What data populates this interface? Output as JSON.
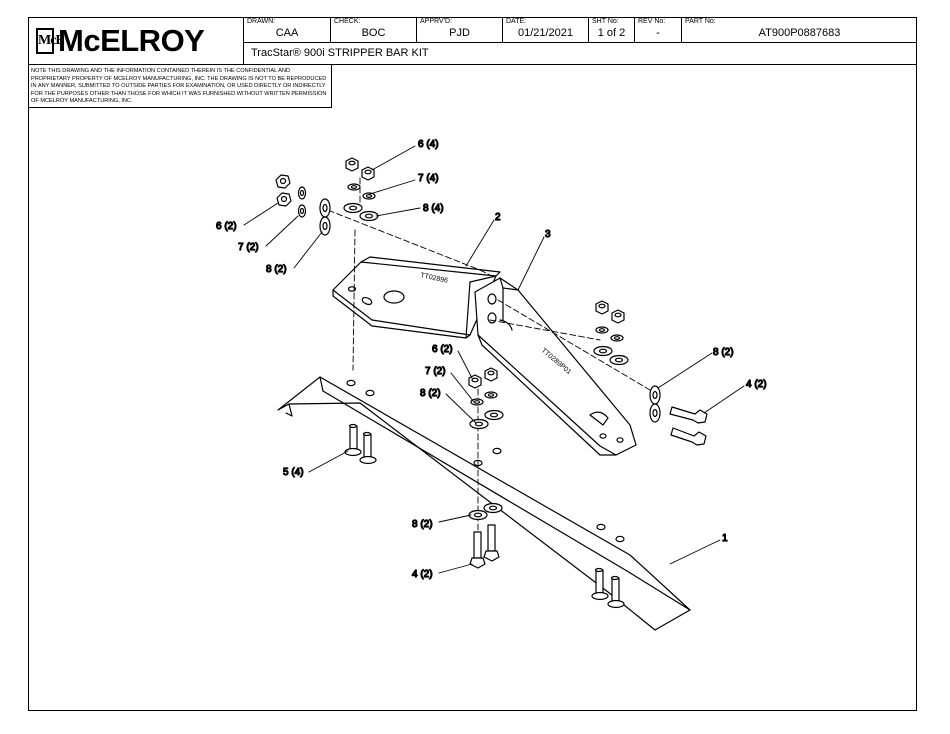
{
  "title_block": {
    "brand": "McELROY",
    "logo_mark": "McE",
    "fields": [
      {
        "label": "DRAWN:",
        "value": "CAA"
      },
      {
        "label": "CHECK:",
        "value": "BOC"
      },
      {
        "label": "APPRV'D:",
        "value": "PJD"
      },
      {
        "label": "DATE:",
        "value": "01/21/2021"
      },
      {
        "label": "SHT No:",
        "value": "1 of 2"
      },
      {
        "label": "REV No:",
        "value": "-"
      },
      {
        "label": "PART No:",
        "value": "AT900P0887683"
      }
    ],
    "title": "TracStar® 900i STRIPPER BAR KIT",
    "notice": "NOTE THIS DRAWING AND THE INFORMATION CONTAINED THEREIN IS THE CONFIDENTIAL AND PROPRIETARY PROPERTY OF McElroy Manufacturing, Inc. THE DRAWING IS NOT TO BE REPRODUCED IN ANY MANNER, SUBMITTED TO OUTSIDE PARTIES FOR EXAMINATION, OR USED DIRECTLY OR INDIRECTLY FOR THE PURPOSES OTHER THAN THOSE FOR WHICH IT WAS FURNISHED WITHOUT WRITTEN PERMISSION OF McElroy Manufacturing, Inc."
  },
  "callouts": {
    "c6_4": "6 (4)",
    "c7_4": "7 (4)",
    "c8_4": "8 (4)",
    "c6_2_left": "6 (2)",
    "c7_2_left": "7 (2)",
    "c8_2_left": "8 (2)",
    "c2": "2",
    "c3": "3",
    "c6_2_mid": "6 (2)",
    "c7_2_mid": "7 (2)",
    "c8_2_mid": "8 (2)",
    "c8_2_right": "8 (2)",
    "c4_2_right": "4 (2)",
    "c5_4": "5 (4)",
    "c8_2_low": "8 (2)",
    "c4_2_low": "4 (2)",
    "c1": "1"
  },
  "part_stamps": {
    "bracket_2": "TT02896",
    "bracket_3": "TT0289P01"
  }
}
